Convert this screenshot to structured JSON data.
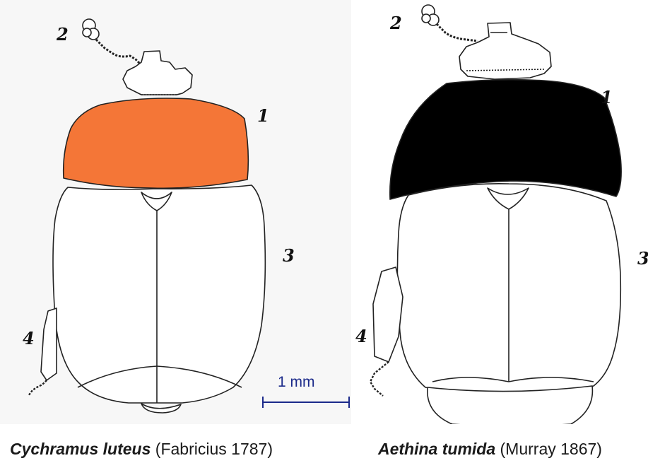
{
  "colors": {
    "left_pronotum": "#f47637",
    "right_pronotum": "#000000",
    "outline": "#222222",
    "scale_bar": "#1b2a8a"
  },
  "left_figure": {
    "label_1": "1",
    "label_2": "2",
    "label_3": "3",
    "label_4": "4",
    "species": "Cychramus luteus",
    "author": "(Fabricius 1787)"
  },
  "right_figure": {
    "label_1": "1",
    "label_2": "2",
    "label_3": "3",
    "label_4": "4",
    "species": "Aethina tumida",
    "author": "(Murray 1867)"
  },
  "scale_bar": {
    "label": "1 mm"
  }
}
